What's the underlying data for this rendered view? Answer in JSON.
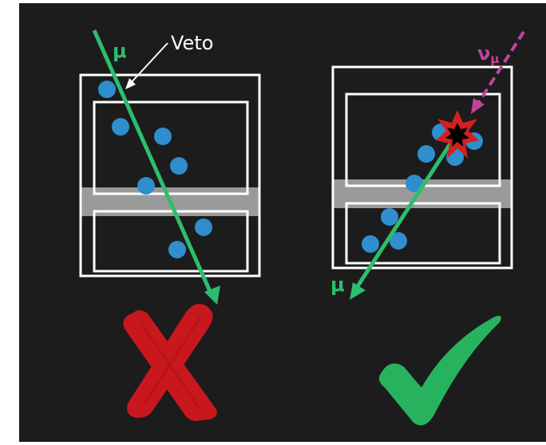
{
  "colors": {
    "background": "#1c1c1c",
    "detector_outline": "#ffffff",
    "veto_band": "#9a9a9a",
    "hit": "#2f8ecd",
    "muon_track": "#2dbd6e",
    "neutrino_track": "#c0449a",
    "interaction_star_outer": "#d42020",
    "interaction_star_inner": "#000000",
    "reject_mark": "#c8181e",
    "accept_mark": "#27b35e",
    "annotation": "#ffffff"
  },
  "labels": {
    "veto": "Veto",
    "muon_left": "μ",
    "muon_right": "μ",
    "neutrino": "ν",
    "neutrino_sub": "μ"
  },
  "icons": {
    "reject": "cross-mark-icon",
    "accept": "check-mark-icon"
  }
}
